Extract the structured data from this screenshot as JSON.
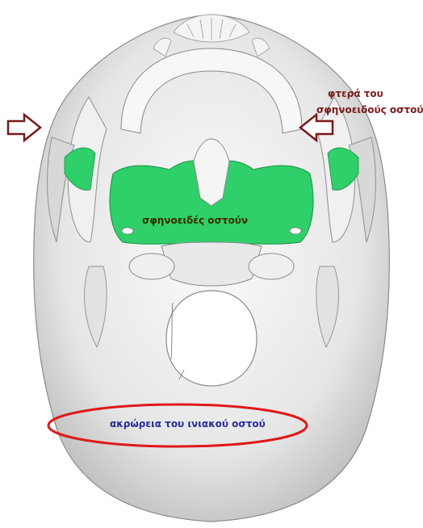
{
  "labels": {
    "pterygoid_line1": "φτερά του",
    "pterygoid_line2": "σφηνοειδούς οστού",
    "sphenoid": "σφηνοειδές οστούν",
    "occipital_ridge": "ακρώρεια του ινιακού οστού"
  },
  "colors": {
    "pterygoid_text": "#7a1a1a",
    "arrow": "#7a1a1a",
    "sphenoid_highlight": "#2fcf6a",
    "sphenoid_text": "#3a2a00",
    "occipital_text": "#2a2a9a",
    "ellipse": "#e01818",
    "bone": "#ececec"
  },
  "icons": [
    "arrow-right-icon",
    "arrow-left-icon"
  ]
}
